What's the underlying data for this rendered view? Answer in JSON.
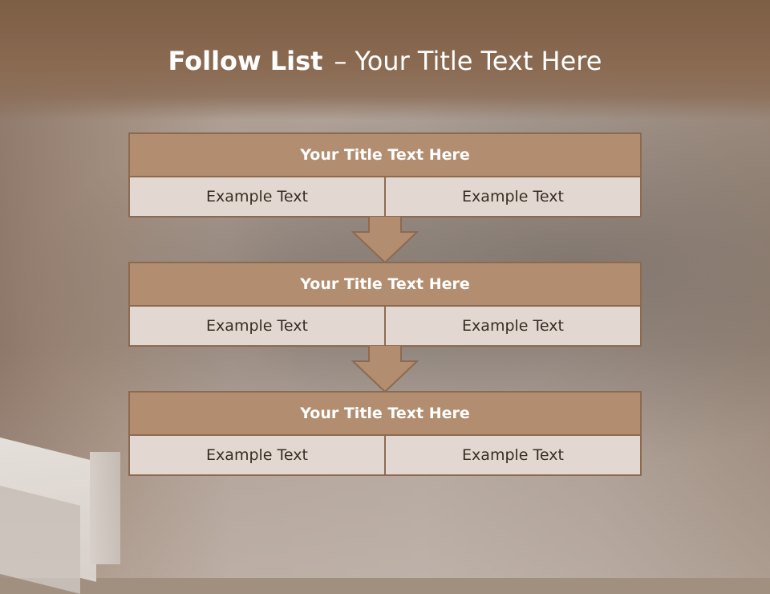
{
  "slide": {
    "title_bold": "Follow List",
    "title_separator": "–",
    "title_rest": "Your Title Text Here"
  },
  "blocks": [
    {
      "title": "Your Title Text Here",
      "cells": [
        "Example Text",
        "Example Text"
      ]
    },
    {
      "title": "Your Title Text Here",
      "cells": [
        "Example Text",
        "Example Text"
      ]
    },
    {
      "title": "Your Title Text Here",
      "cells": [
        "Example Text",
        "Example Text"
      ]
    }
  ],
  "colors": {
    "title_band": "#8a6a51",
    "header_fill": "#b28d6f",
    "cell_fill": "#e3d8d1",
    "border": "#8c6a52"
  },
  "icons": [
    "down-arrow-icon",
    "down-arrow-icon"
  ]
}
